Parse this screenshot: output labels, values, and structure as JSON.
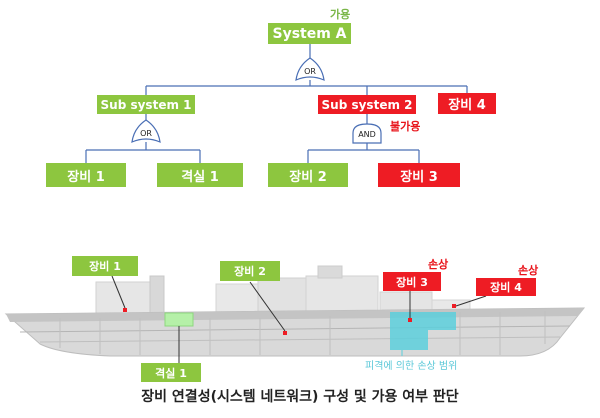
{
  "tree": {
    "root": {
      "label": "System A",
      "status": "가용"
    },
    "top_gate": {
      "label": "OR"
    },
    "subsystem1": {
      "label": "Sub system 1"
    },
    "subsystem2": {
      "label": "Sub system 2",
      "status": "불가용"
    },
    "equip4": {
      "label": "장비 4"
    },
    "gate1": {
      "label": "OR"
    },
    "gate2": {
      "label": "AND"
    },
    "equip1": {
      "label": "장비 1"
    },
    "room1": {
      "label": "격실 1"
    },
    "equip2": {
      "label": "장비 2"
    },
    "equip3": {
      "label": "장비 3"
    }
  },
  "ship": {
    "labels": {
      "equip1": "장비 1",
      "equip2": "장비 2",
      "equip3": "장비 3",
      "equip4": "장비 4",
      "room1": "격실 1",
      "damage_tag_3": "손상",
      "damage_tag_4": "손상",
      "damage_area": "피격에 의한 손상 범위"
    }
  },
  "caption": "장비 연결성(시스템 네트워크) 구성 및 가용 여부 판단",
  "colors": {
    "available": "#8dc63f",
    "unavailable": "#ee1c24",
    "connector": "#4a6fb5",
    "damage": "#5ccfdc"
  }
}
